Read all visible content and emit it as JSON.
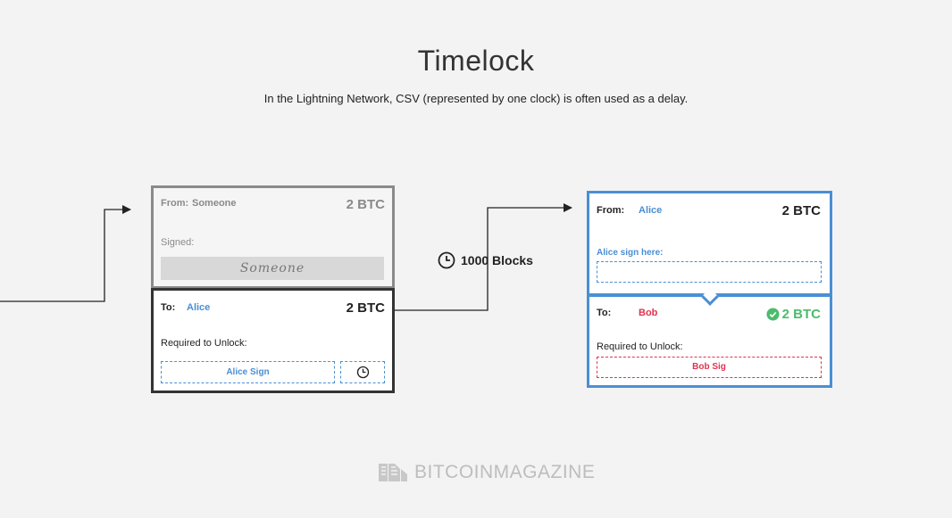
{
  "header": {
    "title": "Timelock",
    "subtitle": "In the Lightning Network, CSV (represented by one clock) is often used as a delay."
  },
  "left_tx": {
    "input": {
      "from_label": "From:",
      "from_value": "Someone",
      "amount": "2 BTC",
      "signed_label": "Signed:",
      "signature": "Someone"
    },
    "output": {
      "to_label": "To:",
      "to_value": "Alice",
      "amount": "2 BTC",
      "required_label": "Required to Unlock:",
      "requirement": "Alice Sign"
    }
  },
  "delay": {
    "label": "1000 Blocks"
  },
  "right_tx": {
    "input": {
      "from_label": "From:",
      "from_value": "Alice",
      "amount": "2 BTC",
      "sign_prompt": "Alice sign here:"
    },
    "output": {
      "to_label": "To:",
      "to_value": "Bob",
      "amount": "2 BTC",
      "required_label": "Required to Unlock:",
      "requirement": "Bob Sig"
    }
  },
  "footer": {
    "brand_bold": "BITCOIN",
    "brand_rest": "MAGAZINE"
  },
  "colors": {
    "accent_blue": "#4a8fd4",
    "bob_red": "#e03350",
    "check_green": "#4cbb6c",
    "background": "#f3f3f3"
  }
}
